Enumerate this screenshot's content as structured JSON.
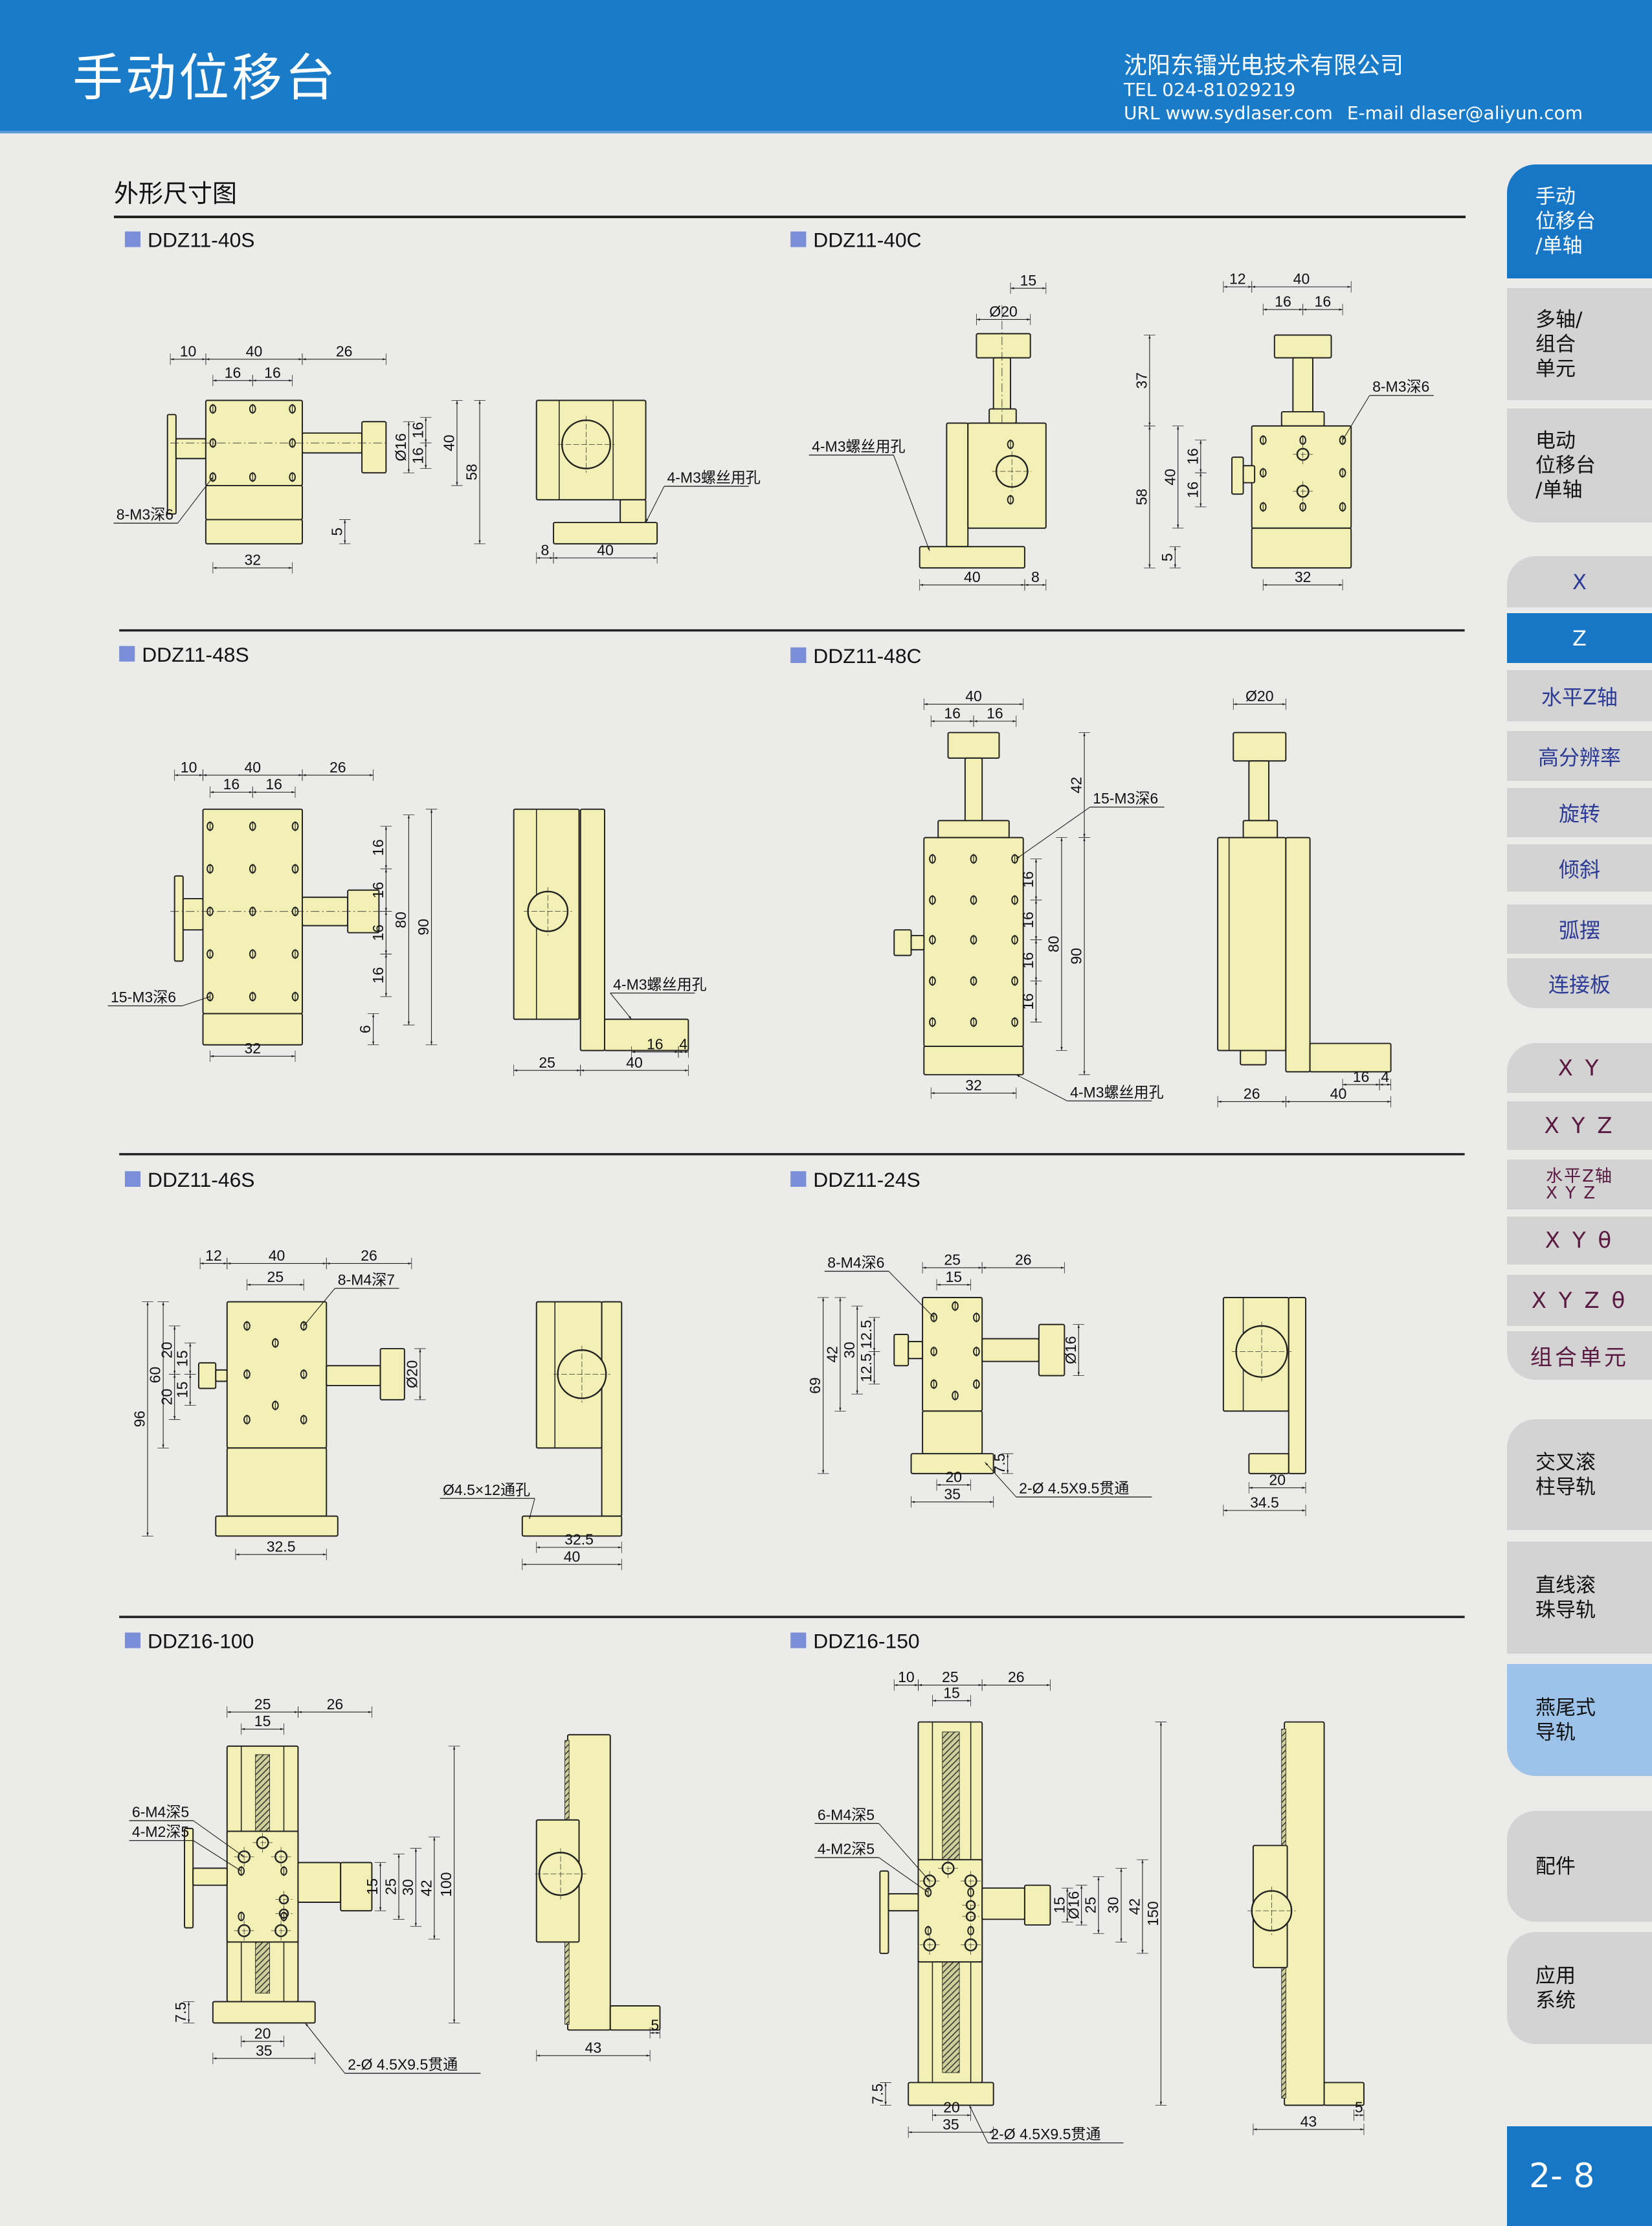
{
  "header": {
    "title": "手动位移台",
    "company": "沈阳东镭光电技术有限公司",
    "tel": "TEL 024-81029219",
    "url": "URL www.sydlaser.com",
    "email": "E-mail dlaser@aliyun.com"
  },
  "section_title": "外形尺寸图",
  "sidebar": [
    {
      "label": "手动\n位移台\n/单轴",
      "active": true
    },
    {
      "label": "多轴/\n组合\n单元"
    },
    {
      "label": "电动\n位移台\n/单轴"
    },
    {
      "label": "X"
    },
    {
      "label": "Z",
      "active": true
    },
    {
      "label": "水平Z轴"
    },
    {
      "label": "高分辨率"
    },
    {
      "label": "旋转"
    },
    {
      "label": "倾斜"
    },
    {
      "label": "弧摆"
    },
    {
      "label": "连接板"
    },
    {
      "label": "X Y"
    },
    {
      "label": "X Y Z"
    },
    {
      "label": "水平Z轴\nX Y Z"
    },
    {
      "label": "X Y θ"
    },
    {
      "label": "X Y Z θ"
    },
    {
      "label": "组合单元"
    },
    {
      "label": "交叉滚\n柱导轨"
    },
    {
      "label": "直线滚\n珠导轨"
    },
    {
      "label": "燕尾式\n导轨",
      "highlight": true
    },
    {
      "label": "配件"
    },
    {
      "label": "应用\n系统"
    }
  ],
  "page_number": "2- 8",
  "colors": {
    "brand_blue": "#1a7bc9",
    "part_fill": "#f2f0b4",
    "model_marker": "#7b8ed8"
  },
  "models": [
    {
      "name": "DDZ11-40S",
      "dims": [
        "10",
        "40",
        "26",
        "16",
        "16",
        "16",
        "16",
        "40",
        "58",
        "Ø16",
        "5",
        "32",
        "8",
        "40"
      ],
      "notes": [
        "8-M3深6",
        "4-M3螺丝用孔"
      ]
    },
    {
      "name": "DDZ11-40C",
      "dims": [
        "15",
        "Ø20",
        "40",
        "8",
        "12",
        "40",
        "16",
        "16",
        "37",
        "58",
        "40",
        "16",
        "16",
        "5",
        "32"
      ],
      "notes": [
        "4-M3螺丝用孔",
        "8-M3深6"
      ]
    },
    {
      "name": "DDZ11-48S",
      "dims": [
        "10",
        "40",
        "26",
        "16",
        "16",
        "16",
        "16",
        "16",
        "16",
        "80",
        "90",
        "6",
        "32",
        "25",
        "40",
        "16",
        "4"
      ],
      "notes": [
        "15-M3深6",
        "4-M3螺丝用孔"
      ]
    },
    {
      "name": "DDZ11-48C",
      "dims": [
        "40",
        "16",
        "16",
        "42",
        "90",
        "80",
        "16",
        "16",
        "16",
        "16",
        "32",
        "Ø20",
        "26",
        "40",
        "16",
        "4"
      ],
      "notes": [
        "15-M3深6",
        "4-M3螺丝用孔"
      ]
    },
    {
      "name": "DDZ11-46S",
      "dims": [
        "12",
        "40",
        "26",
        "25",
        "96",
        "60",
        "20",
        "20",
        "15",
        "15",
        "Ø20",
        "32.5",
        "32.5",
        "40"
      ],
      "notes": [
        "8-M4深7",
        "Ø4.5×12通孔"
      ]
    },
    {
      "name": "DDZ11-24S",
      "dims": [
        "25",
        "15",
        "26",
        "69",
        "42",
        "30",
        "12.5",
        "12.5",
        "Ø16",
        "7.5",
        "20",
        "35",
        "20",
        "34.5"
      ],
      "notes": [
        "8-M4深6",
        "2-Ø 4.5X9.5贯通"
      ]
    },
    {
      "name": "DDZ16-100",
      "dims": [
        "25",
        "15",
        "26",
        "15",
        "25",
        "30",
        "42",
        "100",
        "7.5",
        "20",
        "35",
        "43",
        "5"
      ],
      "notes": [
        "6-M4深5",
        "4-M2深5",
        "2-Ø 4.5X9.5贯通"
      ]
    },
    {
      "name": "DDZ16-150",
      "dims": [
        "10",
        "25",
        "26",
        "15",
        "15",
        "Ø16",
        "25",
        "30",
        "42",
        "150",
        "7.5",
        "20",
        "35",
        "43",
        "5"
      ],
      "notes": [
        "6-M4深5",
        "4-M2深5",
        "2-Ø 4.5X9.5贯通"
      ]
    }
  ]
}
